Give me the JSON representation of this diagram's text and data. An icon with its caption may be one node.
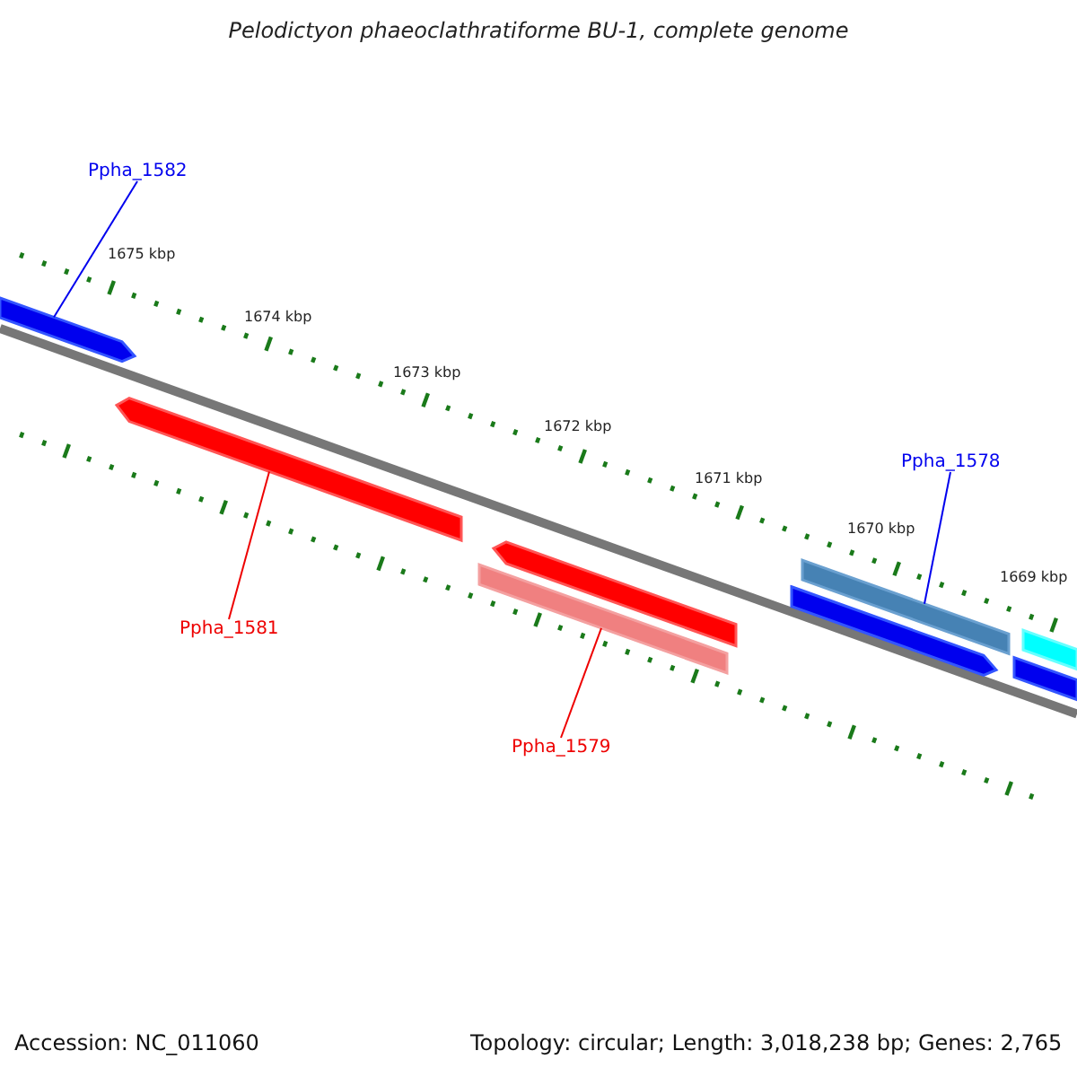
{
  "diagram": {
    "title": "Pelodictyon phaeoclathratiforme BU-1, complete genome",
    "nodes": [
      {
        "text": [
          "Ppha_1582"
        ]
      },
      {
        "text": [
          "Ppha_1581"
        ]
      },
      {
        "text": [
          "Ppha_1579"
        ]
      },
      {
        "text": [
          "Ppha_1578"
        ]
      },
      {
        "text": [],
        "shape": "bar"
      },
      {
        "text": [],
        "shape": "bar"
      },
      {
        "text": [],
        "shape": "bar"
      },
      {
        "text": [],
        "shape": "bar"
      },
      {
        "text": [],
        "shape": "bar"
      },
      {
        "text": [],
        "shape": "bar"
      },
      {
        "text": [],
        "shape": "bar"
      },
      {
        "text": [],
        "shape": "bar"
      }
    ],
    "edges": [
      {
        "from": 0,
        "to": 4,
        "arrow": "none"
      },
      {
        "from": 1,
        "to": 5,
        "arrow": "none",
        "color": "#ee0000"
      },
      {
        "from": 2,
        "to": 6,
        "arrow": "none",
        "color": "#ee0000"
      },
      {
        "from": 3,
        "to": 9,
        "arrow": "none"
      }
    ],
    "labels": [
      "1675 kbp",
      "1674 kbp",
      "1673 kbp",
      "1672 kbp",
      "1671 kbp",
      "1670 kbp",
      "1669 kbp",
      "Accession: NC_011060",
      "Topology: circular; Length: 3,018,238 bp; Genes: 2,765"
    ]
  }
}
